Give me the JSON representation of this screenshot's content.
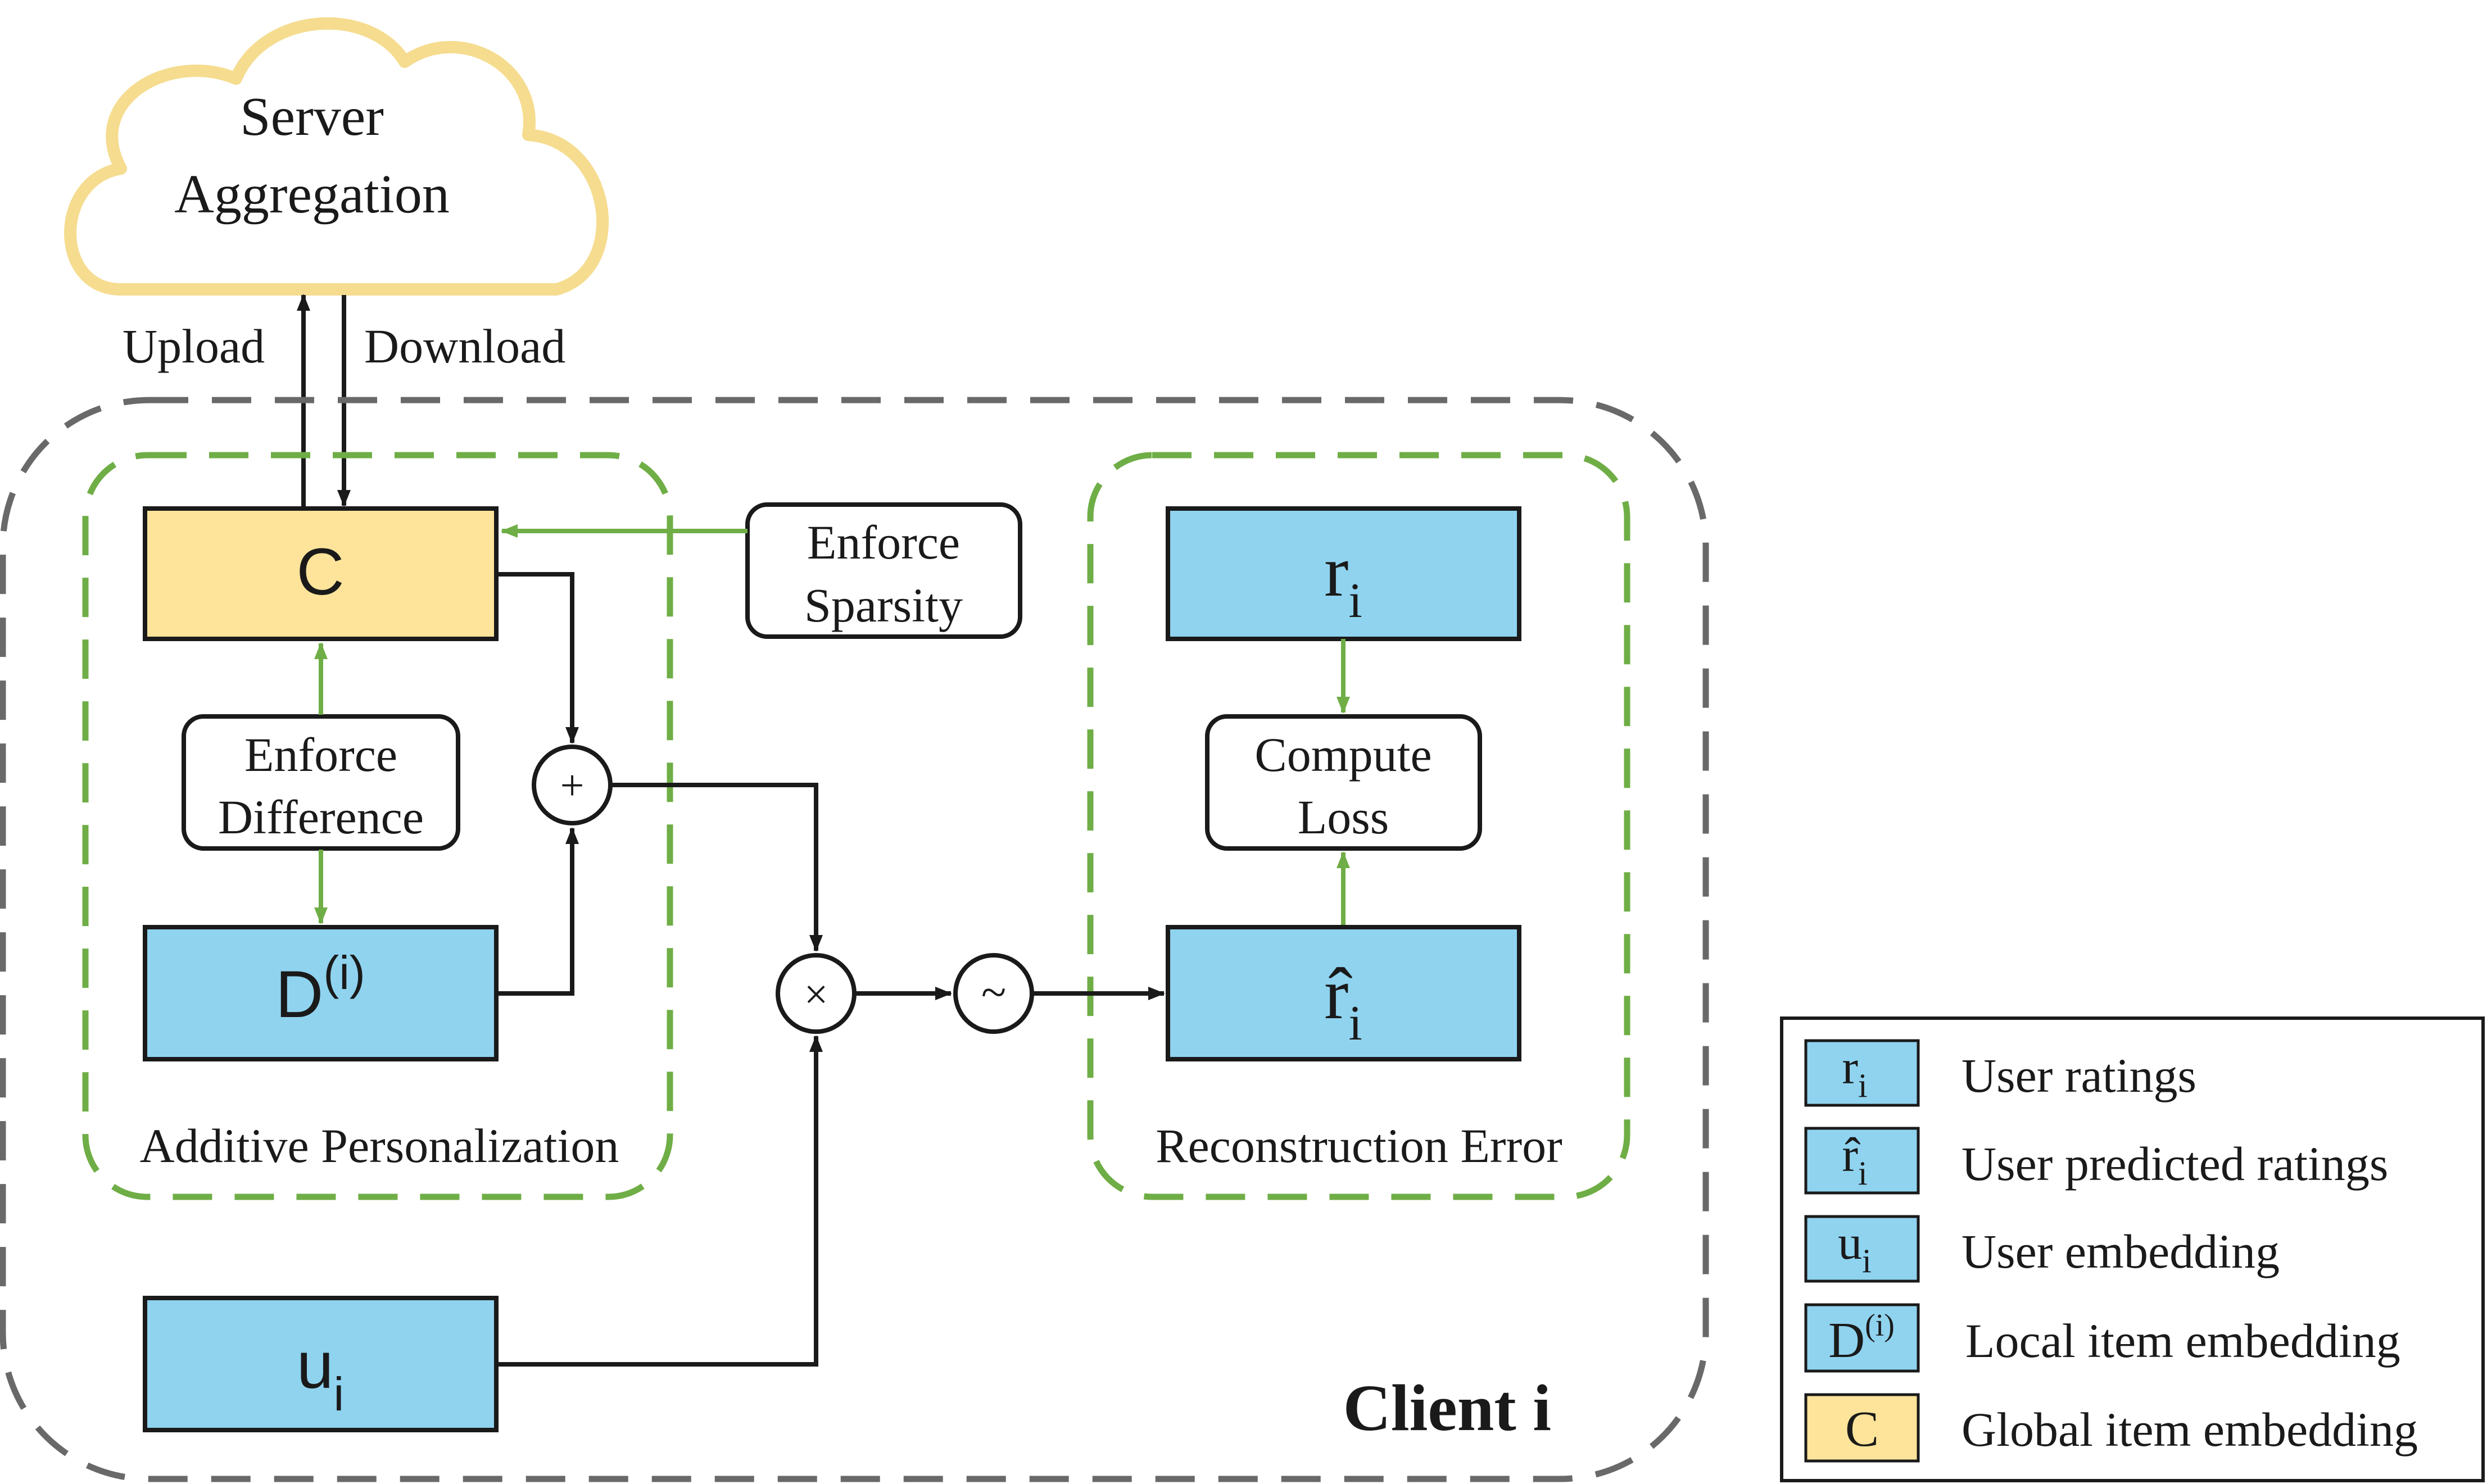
{
  "colors": {
    "blue_fill": "#8fd3ef",
    "yellow_fill": "#fde49a",
    "cloud_border": "#f5dc8f",
    "green": "#6fae46",
    "gray_dash": "#696969",
    "black": "#1a1a1a"
  },
  "server": {
    "line1": "Server",
    "line2": "Aggregation"
  },
  "links": {
    "upload": "Upload",
    "download": "Download"
  },
  "client": {
    "title": "Client i"
  },
  "additive": {
    "label": "Additive Personalization",
    "c_box": "C",
    "d_box": {
      "base": "D",
      "sup": "(i)"
    },
    "enforce_difference": {
      "line1": "Enforce",
      "line2": "Difference"
    }
  },
  "enforce_sparsity": {
    "line1": "Enforce",
    "line2": "Sparsity"
  },
  "operators": {
    "plus": "+",
    "times": "×",
    "tilde": "~"
  },
  "u_box": {
    "base": "u",
    "sub": "i"
  },
  "reconstruction": {
    "label": "Reconstruction Error",
    "r_box": {
      "base": "r",
      "sub": "i"
    },
    "rhat_box": {
      "base": "r̂",
      "sub": "i"
    },
    "compute_loss": {
      "line1": "Compute",
      "line2": "Loss"
    }
  },
  "legend": {
    "items": [
      {
        "symbol_base": "r",
        "symbol_sub": "i",
        "text": "User ratings"
      },
      {
        "symbol_base": "r̂",
        "symbol_sub": "i",
        "text": "User predicted ratings"
      },
      {
        "symbol_base": "u",
        "symbol_sub": "i",
        "text": "User embedding"
      },
      {
        "symbol_base": "D",
        "symbol_sup": "(i)",
        "text": "Local item embedding"
      },
      {
        "symbol_base": "C",
        "text": "Global item embedding"
      }
    ]
  }
}
